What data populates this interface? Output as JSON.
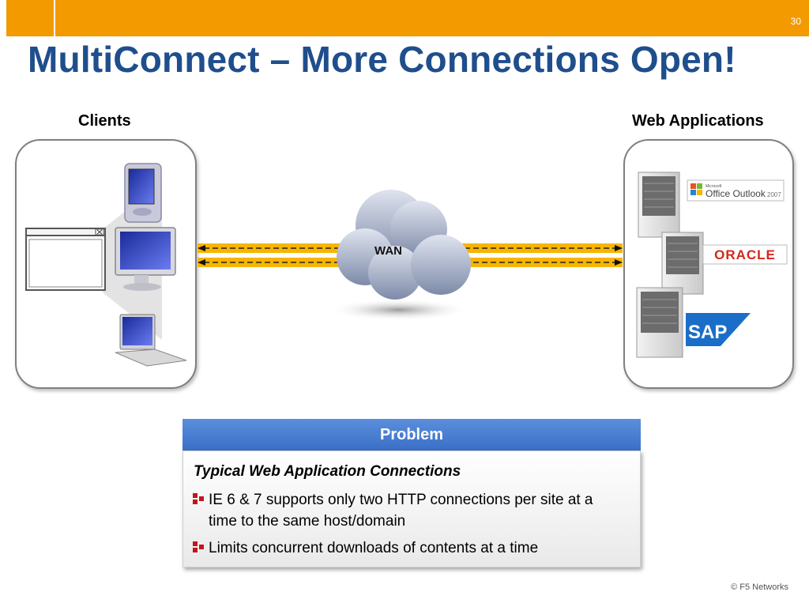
{
  "slide": {
    "number": "30",
    "title": "MultiConnect – More Connections Open!"
  },
  "diagram": {
    "clients_label": "Clients",
    "web_apps_label": "Web Applications",
    "wan_label": "WAN",
    "logos": {
      "outlook_small": "Microsoft",
      "outlook_main": "Office Outlook",
      "outlook_year": "2007",
      "oracle": "ORACLE",
      "sap": "SAP"
    }
  },
  "problem": {
    "header": "Problem",
    "subtitle": "Typical Web Application Connections",
    "bullets": [
      {
        "line1": "IE 6 & 7 supports only two HTTP connections per site at a",
        "line2": "time to the same host/domain"
      },
      {
        "line1": "Limits concurrent downloads of contents at a time"
      }
    ]
  },
  "footer": {
    "copyright": "© F5 Networks"
  },
  "colors": {
    "accent_orange": "#f29a00",
    "title_blue": "#1f4e8c",
    "panel_blue": "#4a7fd4",
    "bullet_red": "#c0161c"
  }
}
